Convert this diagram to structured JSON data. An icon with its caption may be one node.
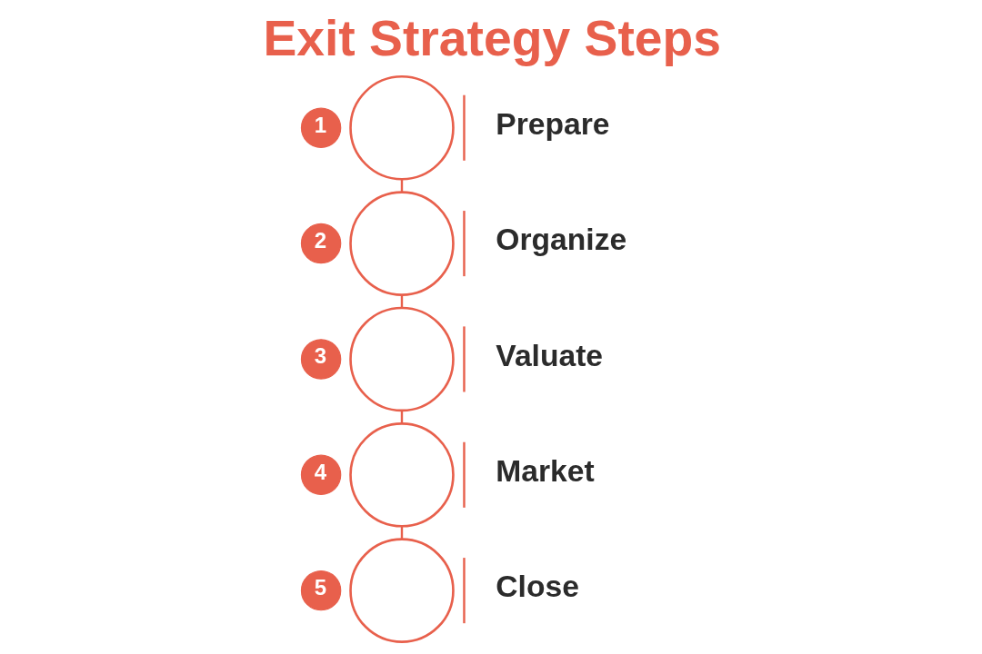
{
  "diagram": {
    "title": "Exit Strategy Steps",
    "nodes": [
      {
        "text": [
          "1"
        ]
      },
      {
        "text": [],
        "shape": "circle",
        "beside": [
          "Prepare"
        ]
      },
      {
        "text": [
          "2"
        ]
      },
      {
        "text": [],
        "shape": "circle",
        "beside": [
          "Organize"
        ]
      },
      {
        "text": [
          "3"
        ]
      },
      {
        "text": [],
        "shape": "circle",
        "beside": [
          "Valuate"
        ]
      },
      {
        "text": [
          "4"
        ]
      },
      {
        "text": [],
        "shape": "circle",
        "beside": [
          "Market"
        ]
      },
      {
        "text": [
          "5"
        ]
      },
      {
        "text": [],
        "shape": "circle",
        "beside": [
          "Close"
        ]
      }
    ],
    "edges": [
      {
        "from": 1,
        "to": 3,
        "arrow": "none"
      },
      {
        "from": 3,
        "to": 5,
        "arrow": "none"
      },
      {
        "from": 5,
        "to": 7,
        "arrow": "none"
      },
      {
        "from": 7,
        "to": 9,
        "arrow": "none"
      }
    ]
  }
}
